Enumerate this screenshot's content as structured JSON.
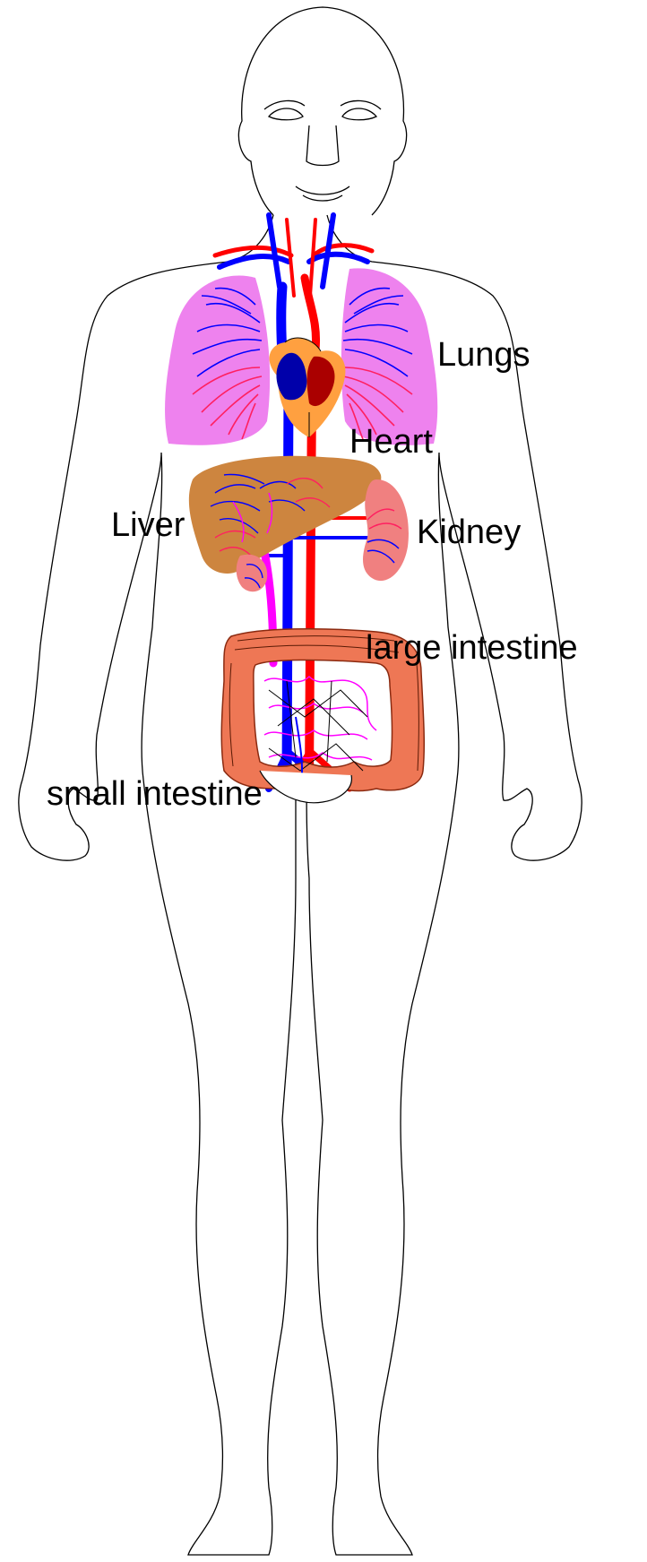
{
  "labels": {
    "lungs": "Lungs",
    "heart": "Heart",
    "liver": "Liver",
    "kidney": "Kidney",
    "large_intestine": "large intestine",
    "small_intestine": "small intestine"
  },
  "colors": {
    "outline": "#000000",
    "vein": "#0000ff",
    "artery": "#ff0000",
    "lung_fill": "#ee82ee",
    "liver_fill": "#cd853f",
    "heart_fill": "#ffa040",
    "kidney_fill": "#f08080",
    "large_intestine_fill": "#ee7755",
    "small_intestine_vessel": "#ff00ff"
  }
}
